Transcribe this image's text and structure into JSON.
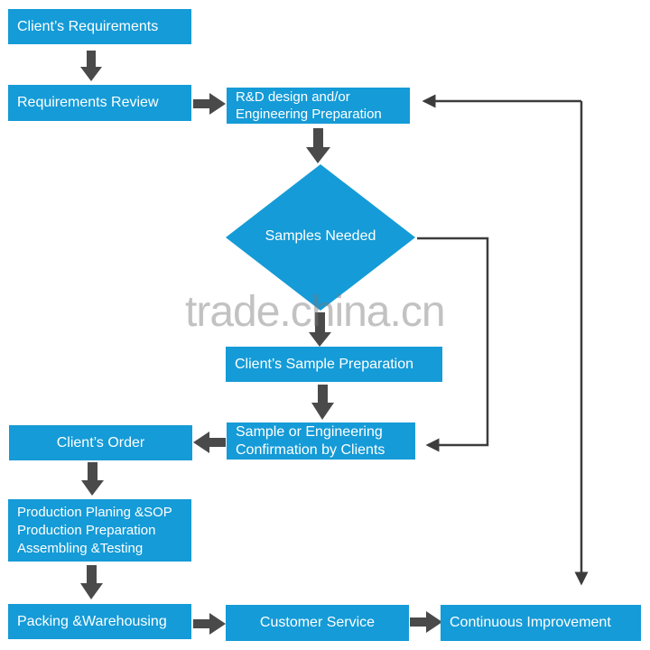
{
  "nodes": {
    "clients_requirements": "Client’s Requirements",
    "requirements_review": "Requirements Review",
    "rd_design": "R&D design and/or\nEngineering Preparation",
    "samples_needed": "Samples Needed",
    "client_sample_prep": "Client’s Sample Preparation",
    "sample_confirmation": "Sample or Engineering\nConfirmation by Clients",
    "clients_order": "Client’s Order",
    "production": "Production Planing &SOP\nProduction Preparation\nAssembling &Testing",
    "packing": "Packing &Warehousing",
    "customer_service": "Customer Service",
    "continuous_improvement": "Continuous Improvement"
  },
  "watermark": "trade.china.cn",
  "colors": {
    "box": "#159bd7",
    "arrow": "#3c3c3c",
    "text": "#ffffff"
  }
}
